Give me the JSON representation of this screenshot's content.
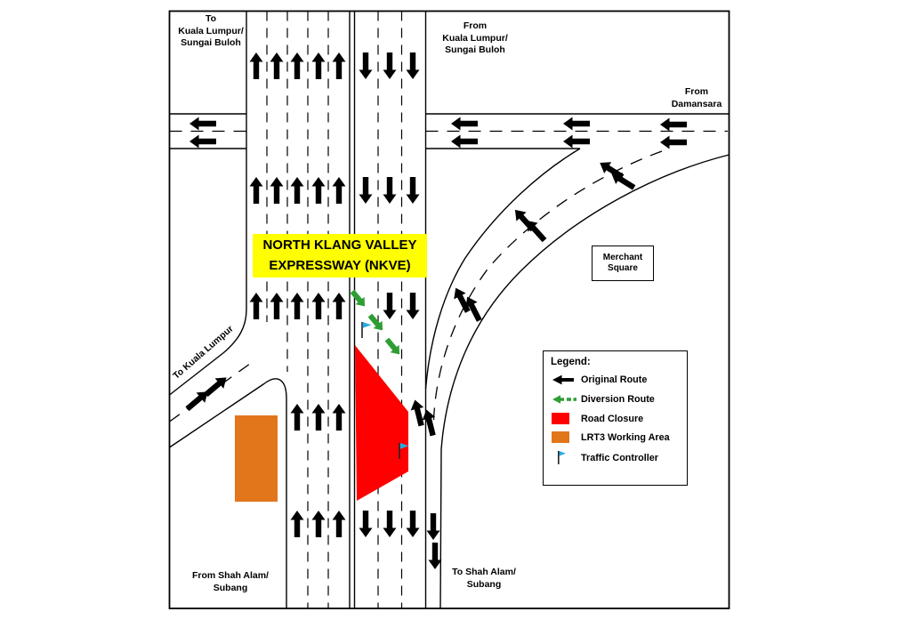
{
  "banner": {
    "line1": "NORTH KLANG VALLEY",
    "line2": "EXPRESSWAY (NKVE)"
  },
  "labels": {
    "top_left_dest": "To\nKuala Lumpur/\nSungai Buloh",
    "top_right_origin": "From\nKuala Lumpur/\nSungai Buloh",
    "from_damansara": "From\nDamansara",
    "merchant_square": "Merchant\nSquare",
    "to_kuala_lumpur_ramp": "To Kuala Lumpur",
    "from_shah_alam": "From Shah Alam/\nSubang",
    "to_shah_alam": "To Shah Alam/\nSubang"
  },
  "legend": {
    "title": "Legend:",
    "items": [
      {
        "icon": "original-route-arrow-icon",
        "label": "Original Route"
      },
      {
        "icon": "diversion-route-arrow-icon",
        "label": "Diversion Route"
      },
      {
        "icon": "road-closure-swatch",
        "label": "Road Closure"
      },
      {
        "icon": "lrt3-working-area-swatch",
        "label": "LRT3 Working Area"
      },
      {
        "icon": "traffic-controller-flag-icon",
        "label": "Traffic Controller"
      }
    ]
  },
  "colors": {
    "original_route": "#000000",
    "diversion_route": "#2e9e33",
    "road_closure": "#ff0000",
    "lrt3_working_area": "#e2761b",
    "traffic_controller": "#29abe2",
    "banner_highlight": "#ffff00"
  }
}
